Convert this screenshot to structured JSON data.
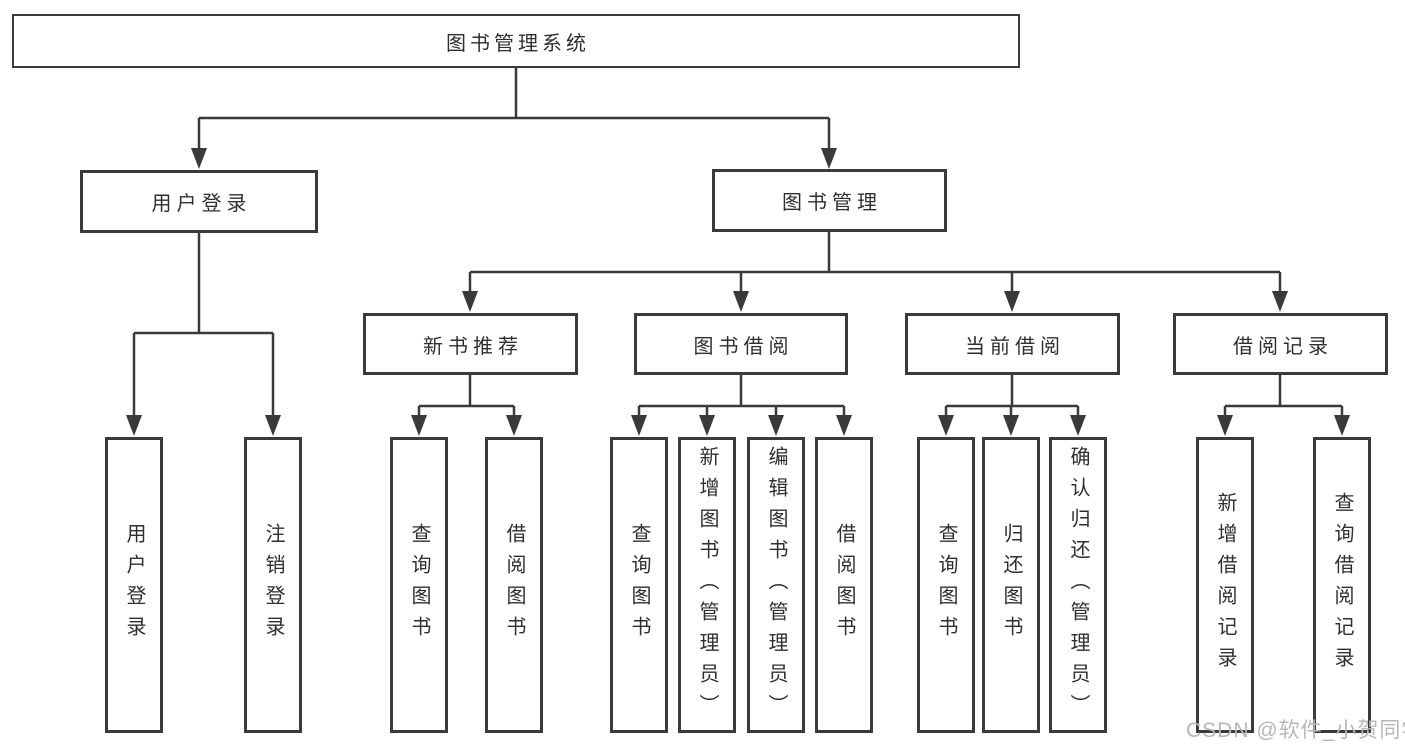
{
  "title": "图书管理系统",
  "watermark": "CSDN @软件_小贺同学",
  "colors": {
    "line": "#3a3a3a",
    "text": "#2f2f2f",
    "watermark": "#b7b7b7",
    "background": "#ffffff"
  },
  "tree": {
    "root": {
      "label": "图书管理系统"
    },
    "branches": [
      {
        "label": "用户登录",
        "leaves": [
          {
            "label": "用户登录"
          },
          {
            "label": "注销登录"
          }
        ]
      },
      {
        "label": "图书管理",
        "children": [
          {
            "label": "新书推荐",
            "leaves": [
              {
                "label": "查询图书"
              },
              {
                "label": "借阅图书"
              }
            ]
          },
          {
            "label": "图书借阅",
            "leaves": [
              {
                "label": "查询图书"
              },
              {
                "label": "新增图书（管理员）"
              },
              {
                "label": "编辑图书（管理员）"
              },
              {
                "label": "借阅图书"
              }
            ]
          },
          {
            "label": "当前借阅",
            "leaves": [
              {
                "label": "查询图书"
              },
              {
                "label": "归还图书"
              },
              {
                "label": "确认归还（管理员）"
              }
            ]
          },
          {
            "label": "借阅记录",
            "leaves": [
              {
                "label": "新增借阅记录"
              },
              {
                "label": "查询借阅记录"
              }
            ]
          }
        ]
      }
    ]
  }
}
